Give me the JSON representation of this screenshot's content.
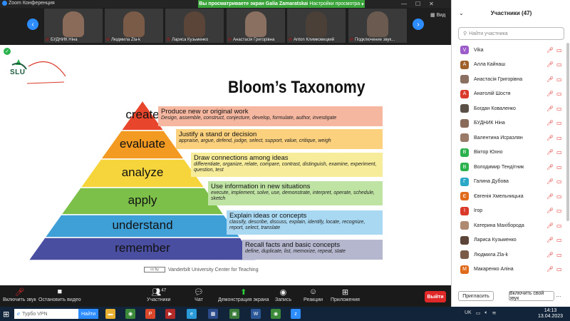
{
  "window": {
    "app_title": "Zoom Конференция",
    "view_banner": "Вы просматриваете экран Galia Zamaratskaia",
    "view_settings": "Настройки просмотра",
    "view_button": "Вид"
  },
  "video_strip": [
    {
      "name": "БУДНИК Ніна",
      "color": "#8a6b5a"
    },
    {
      "name": "Людмила Zla-k",
      "color": "#7a5b48"
    },
    {
      "name": "Лариса Кузьменко",
      "color": "#5a4538"
    },
    {
      "name": "Анастасія Григорівна",
      "color": "#8a7060"
    },
    {
      "name": "Anton Климковецкий",
      "color": "#4a4038"
    },
    {
      "name": "Подключение звук...",
      "color": "#6a5a50"
    }
  ],
  "slide": {
    "logo_text": "SLU",
    "title": "Bloom’s Taxonomy",
    "levels": [
      {
        "label": "create",
        "color": "#e8462c",
        "box": "#f5b7a0",
        "head": "Produce new or original work",
        "sub": "Design, assemble, construct, conjecture, develop, formulate, author, investigate"
      },
      {
        "label": "evaluate",
        "color": "#f29a22",
        "box": "#fbd17e",
        "head": "Justify a stand or decision",
        "sub": "appraise, argue, defend, judge, select, support, value, critique, weigh"
      },
      {
        "label": "analyze",
        "color": "#f6d43b",
        "box": "#f6ec9a",
        "head": "Draw connections among ideas",
        "sub": "differentiate, organize, relate, compare, contrast, distinguish, examine, experiment, question, test"
      },
      {
        "label": "apply",
        "color": "#7cc04a",
        "box": "#bfe3a3",
        "head": "Use information in new situations",
        "sub": "execute, implement, solve, use, demonstrate, interpret, operate, schedule, sketch"
      },
      {
        "label": "understand",
        "color": "#3fa0d8",
        "box": "#a9d8f2",
        "head": "Explain ideas or concepts",
        "sub": "classify, describe, discuss, explain, identify, locate, recognize, report, select, translate"
      },
      {
        "label": "remember",
        "color": "#4a4ea0",
        "box": "#b5b7cf",
        "head": "Recall facts and basic concepts",
        "sub": "define, duplicate, list, memorize, repeat, state"
      }
    ],
    "credit": "Vanderbilt University Center for Teaching",
    "cc_label": "cc  by"
  },
  "participants": {
    "header": "Участники (47)",
    "search_placeholder": "Найти участника",
    "list": [
      {
        "initial": "V",
        "name": "Vika",
        "color": "#9b5bc8"
      },
      {
        "initial": "А",
        "name": "Алла Кайнаш",
        "color": "#a0602a"
      },
      {
        "initial": "",
        "name": "Анастасія Григорівна",
        "color": "#8a7060"
      },
      {
        "initial": "А",
        "name": "Анатолій Шостя",
        "color": "#d93a2a"
      },
      {
        "initial": "",
        "name": "Богдан Коваленко",
        "color": "#5a5048"
      },
      {
        "initial": "",
        "name": "БУДНИК Ніна",
        "color": "#8a6b5a"
      },
      {
        "initial": "",
        "name": "Валентина Исраэлян",
        "color": "#9a7a68"
      },
      {
        "initial": "В",
        "name": "Віктор Юхно",
        "color": "#2bb24c"
      },
      {
        "initial": "В",
        "name": "Володимир Тендітник",
        "color": "#2bb24c"
      },
      {
        "initial": "Г",
        "name": "Галина Дубова",
        "color": "#2ba8c8"
      },
      {
        "initial": "Є",
        "name": "Євгенія Хмельницька",
        "color": "#e06a1a"
      },
      {
        "initial": "І",
        "name": "Ігор",
        "color": "#d93a2a"
      },
      {
        "initial": "",
        "name": "Катерина Махіборода",
        "color": "#b08a70"
      },
      {
        "initial": "",
        "name": "Лариса Кузьменко",
        "color": "#5a4538"
      },
      {
        "initial": "",
        "name": "Людмила Zla-k",
        "color": "#7a5b48"
      },
      {
        "initial": "М",
        "name": "Макаренко Аліна",
        "color": "#e06a1a"
      }
    ],
    "invite_button": "Пригласить",
    "unmute_button": "Включить свой звук",
    "more_button": "..."
  },
  "toolbar": {
    "unmute": "Включить звук",
    "stop_video": "Остановить видео",
    "participants": "Участники",
    "participants_count": "47",
    "chat": "Чат",
    "share_screen": "Демонстрация экрана",
    "record": "Запись",
    "reactions": "Реакции",
    "apps": "Приложения",
    "leave": "Выйти"
  },
  "taskbar": {
    "search_text": "Турбо VPN",
    "search_button": "Найти",
    "language": "UK",
    "time": "14:13",
    "date": "13.04.2023"
  }
}
